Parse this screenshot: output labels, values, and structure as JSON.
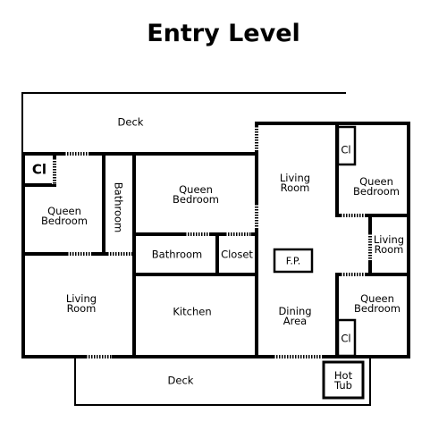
{
  "title": "Entry Level",
  "rooms": {
    "deck_top": "Deck",
    "deck_bottom": "Deck",
    "cl_left": "Cl",
    "queen_bedroom_left": "Queen\nBedroom",
    "bathroom_vertical": "Bathroom",
    "queen_bedroom_center": "Queen\nBedroom",
    "bathroom": "Bathroom",
    "closet": "Closet",
    "living_room_left": "Living\nRoom",
    "kitchen": "Kitchen",
    "living_room_center": "Living\nRoom",
    "fp": "F.P.",
    "dining_area": "Dining\nArea",
    "cl_top_right": "Cl",
    "queen_bedroom_top_right": "Queen\nBedroom",
    "living_room_right": "Living\nRoom",
    "queen_bedroom_bottom_right": "Queen\nBedroom",
    "cl_bottom_right": "Cl",
    "hot_tub": "Hot\nTub"
  }
}
